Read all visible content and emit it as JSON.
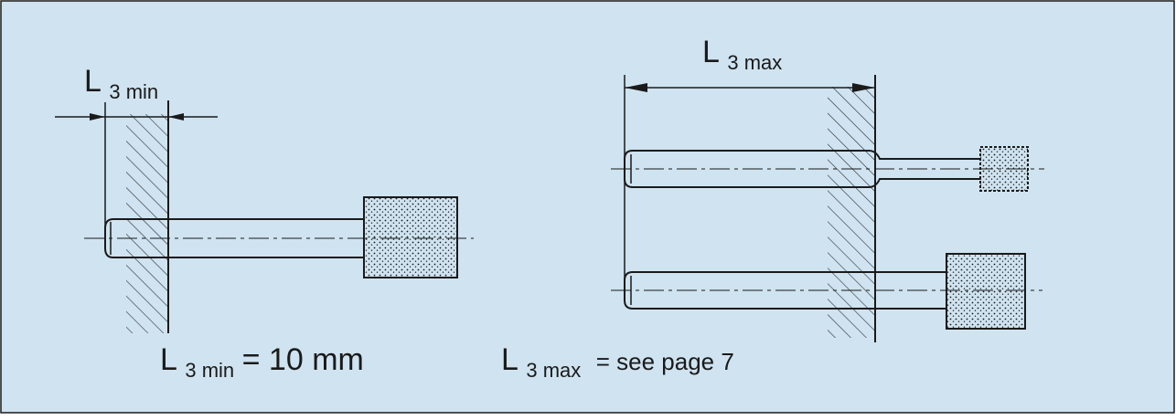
{
  "colors": {
    "background": "#cfe3f0",
    "border": "#1a1a1a",
    "ink": "#1a1a1a",
    "abrasive_fill": "#e7eef3"
  },
  "left_figure": {
    "dimension_label": {
      "letter": "L",
      "subscript": "3 min"
    },
    "formula": {
      "letter": "L",
      "subscript": "3 min",
      "rhs": "= 10 mm"
    }
  },
  "right_figure": {
    "dimension_label": {
      "letter": "L",
      "subscript": "3 max"
    },
    "formula": {
      "letter": "L",
      "subscript": "3 max",
      "rhs": "= see page 7"
    }
  }
}
